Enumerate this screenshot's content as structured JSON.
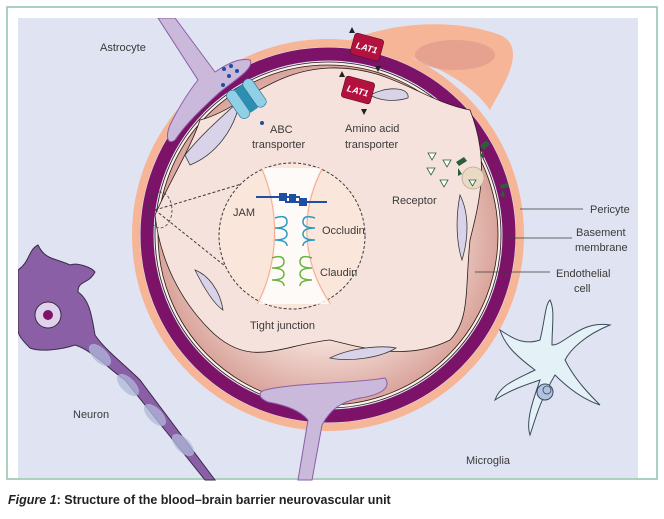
{
  "figure": {
    "caption_label": "Figure 1",
    "caption_sep": ": ",
    "caption_text": "Structure of the blood–brain barrier neurovascular unit"
  },
  "labels": {
    "astrocyte": "Astrocyte",
    "abc_line1": "ABC",
    "abc_line2": "transporter",
    "lat1_a": "LAT1",
    "lat1_b": "LAT1",
    "amino_line1": "Amino acid",
    "amino_line2": "transporter",
    "receptor": "Receptor",
    "pericyte": "Pericyte",
    "basement_line1": "Basement",
    "basement_line2": "membrane",
    "endothelial_line1": "Endothelial",
    "endothelial_line2": "cell",
    "jam": "JAM",
    "occludin": "Occludin",
    "claudin": "Claudin",
    "tight_junction": "Tight junction",
    "neuron": "Neuron",
    "microglia": "Microglia"
  },
  "colors": {
    "frame_border": "#8fc3a8",
    "background": "#e0e3f1",
    "basement_membrane": "#7d1368",
    "pericyte": "#f5b596",
    "endothelial": "#ebc3bc",
    "lumen": "#f6e2dc",
    "astrocyte": "#cbb9db",
    "neuron": "#8a5fa6",
    "lat1": "#b3123f",
    "abc": "#8fd0e6",
    "receptor": "#2b5e3a",
    "jam": "#1e4fa0",
    "occludin": "#2a9bc2",
    "claudin": "#6ab43f",
    "microglia": "#e4f2f8"
  }
}
